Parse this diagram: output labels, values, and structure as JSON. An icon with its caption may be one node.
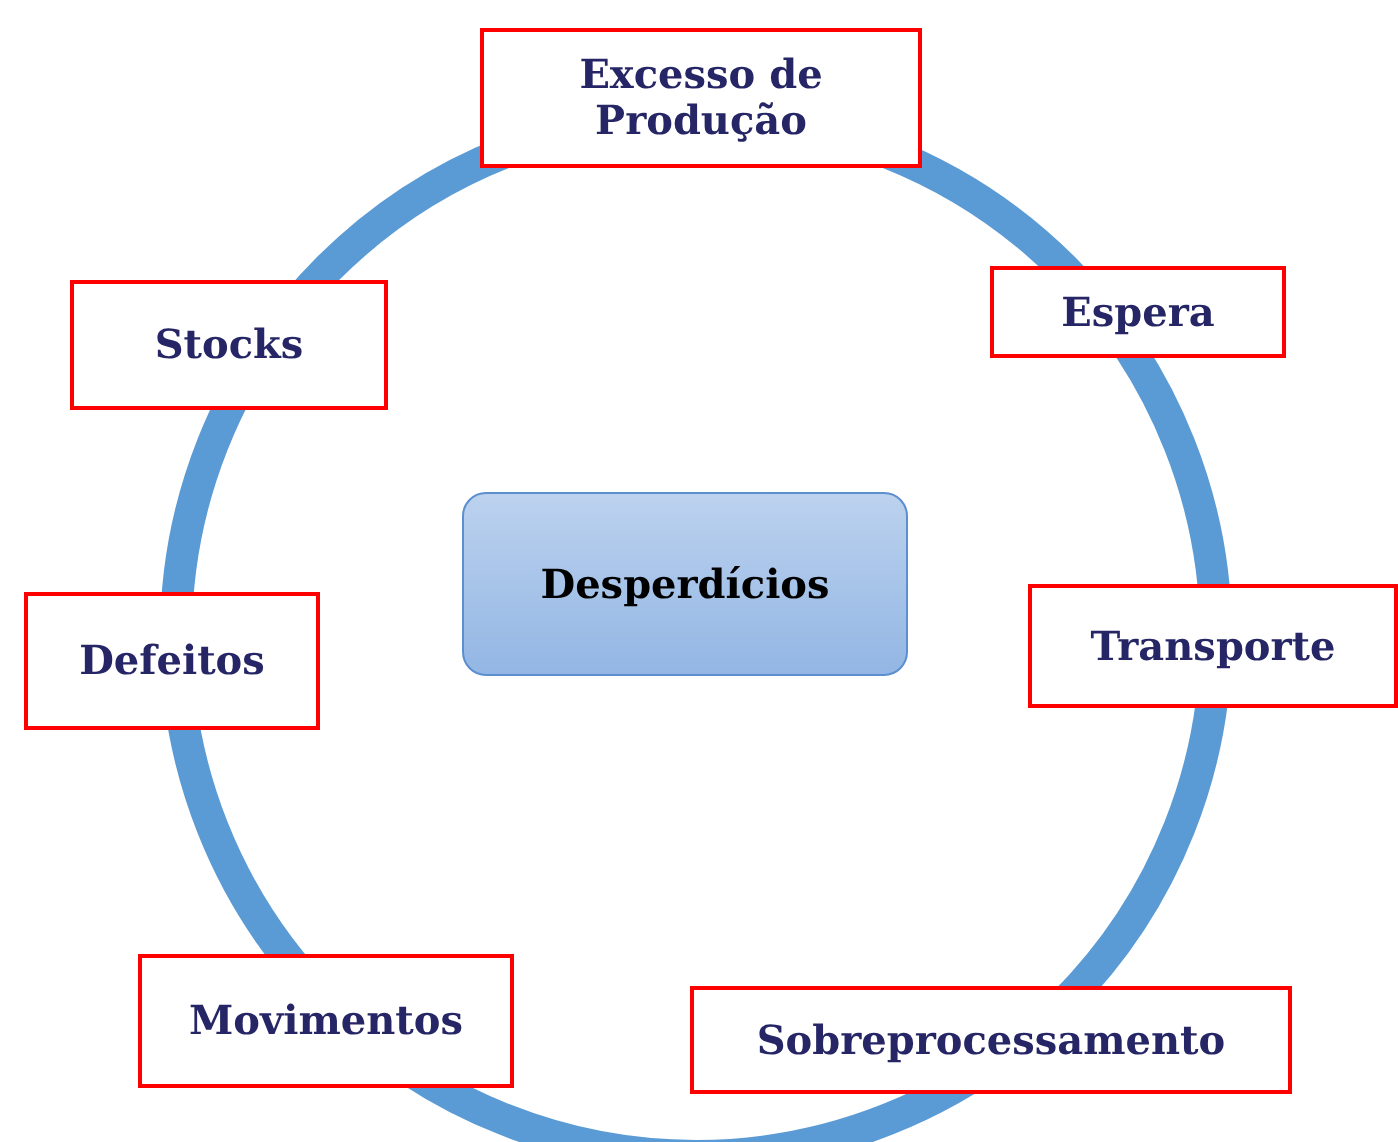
{
  "diagram": {
    "nodes": [
      {
        "text": [
          "Desperdícios"
        ]
      },
      {
        "text": [
          "Excesso de Produção"
        ]
      },
      {
        "text": [
          "Stocks"
        ]
      },
      {
        "text": [
          "Espera"
        ]
      },
      {
        "text": [
          "Defeitos"
        ]
      },
      {
        "text": [
          "Transporte"
        ]
      },
      {
        "text": [
          "Movimentos"
        ]
      },
      {
        "text": [
          "Sobreprocessamento"
        ]
      }
    ]
  }
}
